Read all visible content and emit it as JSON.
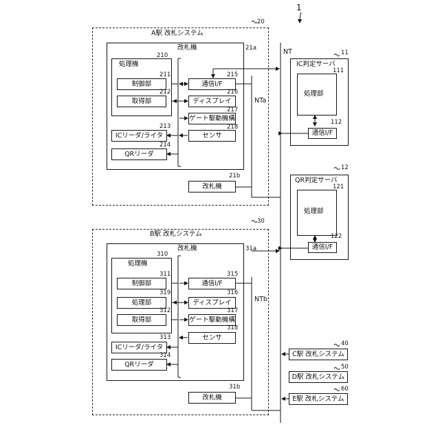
{
  "figure_number": "1",
  "network": {
    "label": "NT"
  },
  "station_a": {
    "title": "A駅 改札システム",
    "ref": "20",
    "gate": {
      "title": "改札機",
      "ref": "21a",
      "processor": {
        "title": "処理機",
        "ref": "210"
      },
      "control": {
        "label": "制御部",
        "ref": "211"
      },
      "acquire": {
        "label": "取得部",
        "ref": "212"
      },
      "ic_reader": {
        "label": "ICリーダ/ライタ",
        "ref": "213"
      },
      "qr_reader": {
        "label": "QRリーダ",
        "ref": "214"
      },
      "comm_if": {
        "label": "通信I/F",
        "ref": "215"
      },
      "display": {
        "label": "ディスプレイ",
        "ref": "216"
      },
      "gate_drive": {
        "label": "ゲート駆動機構",
        "ref": "217"
      },
      "sensor": {
        "label": "センサ",
        "ref": "218"
      }
    },
    "subnet": "NTa",
    "gate2": {
      "label": "改札機",
      "ref": "21b"
    }
  },
  "station_b": {
    "title": "B駅 改札システム",
    "ref": "30",
    "gate": {
      "title": "改札機",
      "ref": "31a",
      "processor": {
        "title": "処理機",
        "ref": "310"
      },
      "control": {
        "label": "制御部",
        "ref": "311"
      },
      "process": {
        "label": "処理部",
        "ref": "319"
      },
      "acquire": {
        "label": "取得部",
        "ref": "312"
      },
      "ic_reader": {
        "label": "ICリーダ/ライタ",
        "ref": "313"
      },
      "qr_reader": {
        "label": "QRリーダ",
        "ref": "314"
      },
      "comm_if": {
        "label": "通信I/F",
        "ref": "315"
      },
      "display": {
        "label": "ディスプレイ",
        "ref": "316"
      },
      "gate_drive": {
        "label": "ゲート駆動機構",
        "ref": "317"
      },
      "sensor": {
        "label": "センサ",
        "ref": "318"
      }
    },
    "subnet": "NTb",
    "gate2": {
      "label": "改札機",
      "ref": "31b"
    }
  },
  "ic_server": {
    "title": "IC判定サーバ",
    "ref": "11",
    "processing": {
      "label": "処理部",
      "ref": "111"
    },
    "comm_if": {
      "label": "通信I/F",
      "ref": "112"
    }
  },
  "qr_server": {
    "title": "QR判定サーバ",
    "ref": "12",
    "processing": {
      "label": "処理部",
      "ref": "121"
    },
    "comm_if": {
      "label": "通信I/F",
      "ref": "122"
    }
  },
  "other_stations": [
    {
      "label": "C駅 改札システム",
      "ref": "40"
    },
    {
      "label": "D駅 改札システム",
      "ref": "50"
    },
    {
      "label": "E駅 改札システム",
      "ref": "60"
    }
  ]
}
